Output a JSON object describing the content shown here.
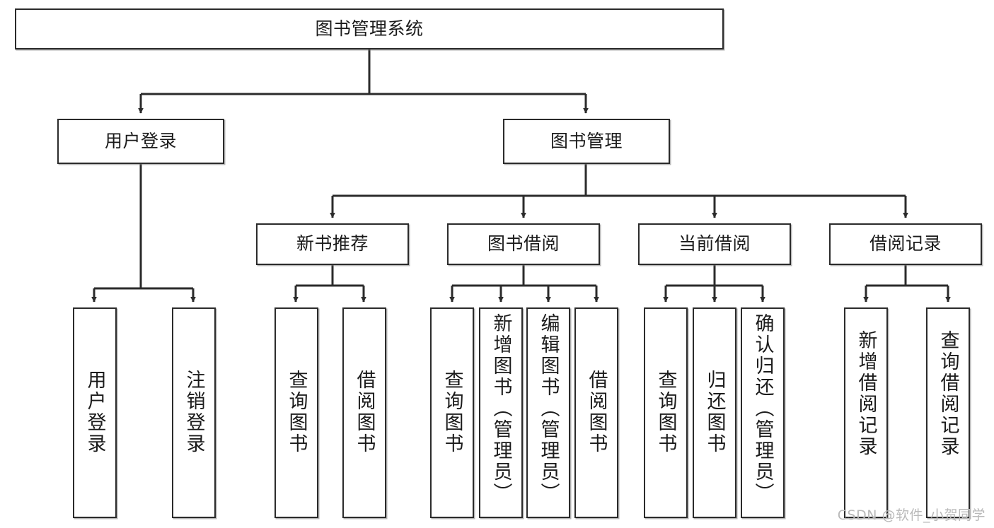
{
  "diagram": {
    "type": "tree-hierarchy-chart",
    "title": "图书管理系统",
    "orientation": "top-down",
    "colors": {
      "box_border": "#2b2b2b",
      "box_fill": "#ffffff",
      "edge": "#2b2b2b",
      "text": "#1b1b1b",
      "watermark": "#b9b9b9",
      "background": "#ffffff"
    },
    "root": {
      "id": "root",
      "label": "图书管理系统"
    },
    "level1": [
      {
        "id": "l1-0",
        "label": "用户登录"
      },
      {
        "id": "l1-1",
        "label": "图书管理"
      }
    ],
    "level2": [
      {
        "id": "l2-0",
        "label": "新书推荐"
      },
      {
        "id": "l2-1",
        "label": "图书借阅"
      },
      {
        "id": "l2-2",
        "label": "当前借阅"
      },
      {
        "id": "l2-3",
        "label": "借阅记录"
      }
    ],
    "leaves": [
      {
        "id": "leaf-0",
        "label": "用户登录",
        "parent": "用户登录"
      },
      {
        "id": "leaf-1",
        "label": "注销登录",
        "parent": "用户登录"
      },
      {
        "id": "leaf-2",
        "label": "查询图书",
        "parent": "新书推荐"
      },
      {
        "id": "leaf-3",
        "label": "借阅图书",
        "parent": "新书推荐"
      },
      {
        "id": "leaf-4",
        "label": "查询图书",
        "parent": "图书借阅"
      },
      {
        "id": "leaf-5",
        "label": "新增图书（管理员）",
        "parent": "图书借阅"
      },
      {
        "id": "leaf-6",
        "label": "编辑图书（管理员）",
        "parent": "图书借阅"
      },
      {
        "id": "leaf-7",
        "label": "借阅图书",
        "parent": "图书借阅"
      },
      {
        "id": "leaf-8",
        "label": "查询图书",
        "parent": "当前借阅"
      },
      {
        "id": "leaf-9",
        "label": "归还图书",
        "parent": "当前借阅"
      },
      {
        "id": "leaf-10",
        "label": "确认归还（管理员）",
        "parent": "当前借阅"
      },
      {
        "id": "leaf-11",
        "label": "新增借阅记录",
        "parent": "借阅记录"
      },
      {
        "id": "leaf-12",
        "label": "查询借阅记录",
        "parent": "借阅记录"
      }
    ]
  },
  "watermark": {
    "text": "CSDN @软件_小贺同学"
  }
}
